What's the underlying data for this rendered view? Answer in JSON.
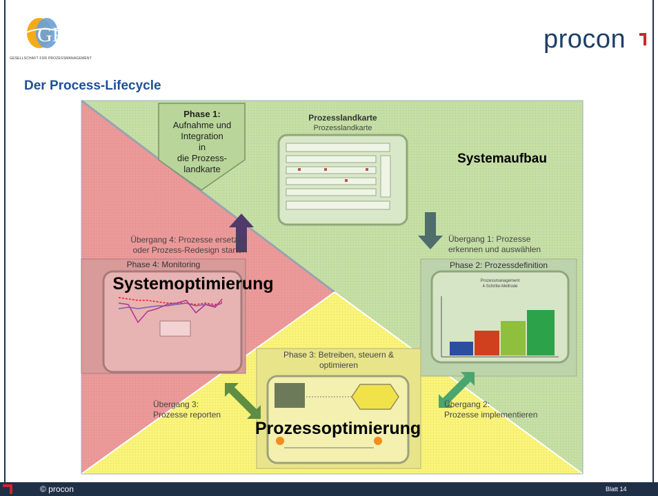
{
  "header": {
    "gp_logo_text": "GESELLSCHAFT FÜR PROZESSMANAGEMENT",
    "procon_logo": "procon",
    "slide_title": "Der Process-Lifecycle"
  },
  "diagram": {
    "phase1": "Phase 1: Aufnahme und Integration in die Prozess-landkarte",
    "phase1_lines": [
      "Phase 1:",
      "Aufnahme und",
      "Integration",
      "in",
      "die Prozess-",
      "landkarte"
    ],
    "prozesslandkarte_label": "Prozesslandkarte",
    "prozesslandkarte_sub": "Prozesslandkarte",
    "systemaufbau": "Systemaufbau",
    "uebergang1": [
      "Übergang 1: Prozesse",
      "erkennen und auswählen"
    ],
    "phase2": "Phase 2: Prozessdefinition",
    "phase2_inner": [
      "Prozessmanagement",
      "4-Schritte-Methode"
    ],
    "uebergang4": [
      "Übergang 4: Prozesse ersetzen",
      "oder Prozess-Redesign starten"
    ],
    "phase4": "Phase 4: Monitoring",
    "systemoptimierung": "Systemoptimierung",
    "phase3": [
      "Phase 3: Betreiben, steuern &",
      "optimieren"
    ],
    "uebergang3": [
      "Übergang 3:",
      "Prozesse reporten"
    ],
    "uebergang2": [
      "Übergang 2:",
      "Prozesse implementieren"
    ],
    "prozessoptimierung": "Prozessoptimierung"
  },
  "footer": {
    "copyright": "© procon",
    "page": "Blatt 14"
  },
  "colors": {
    "green": "#c6e0a6",
    "red": "#ee9a9a",
    "yellow": "#fbf57a",
    "title_blue": "#1f4e9c",
    "footer": "#1f2f46"
  }
}
